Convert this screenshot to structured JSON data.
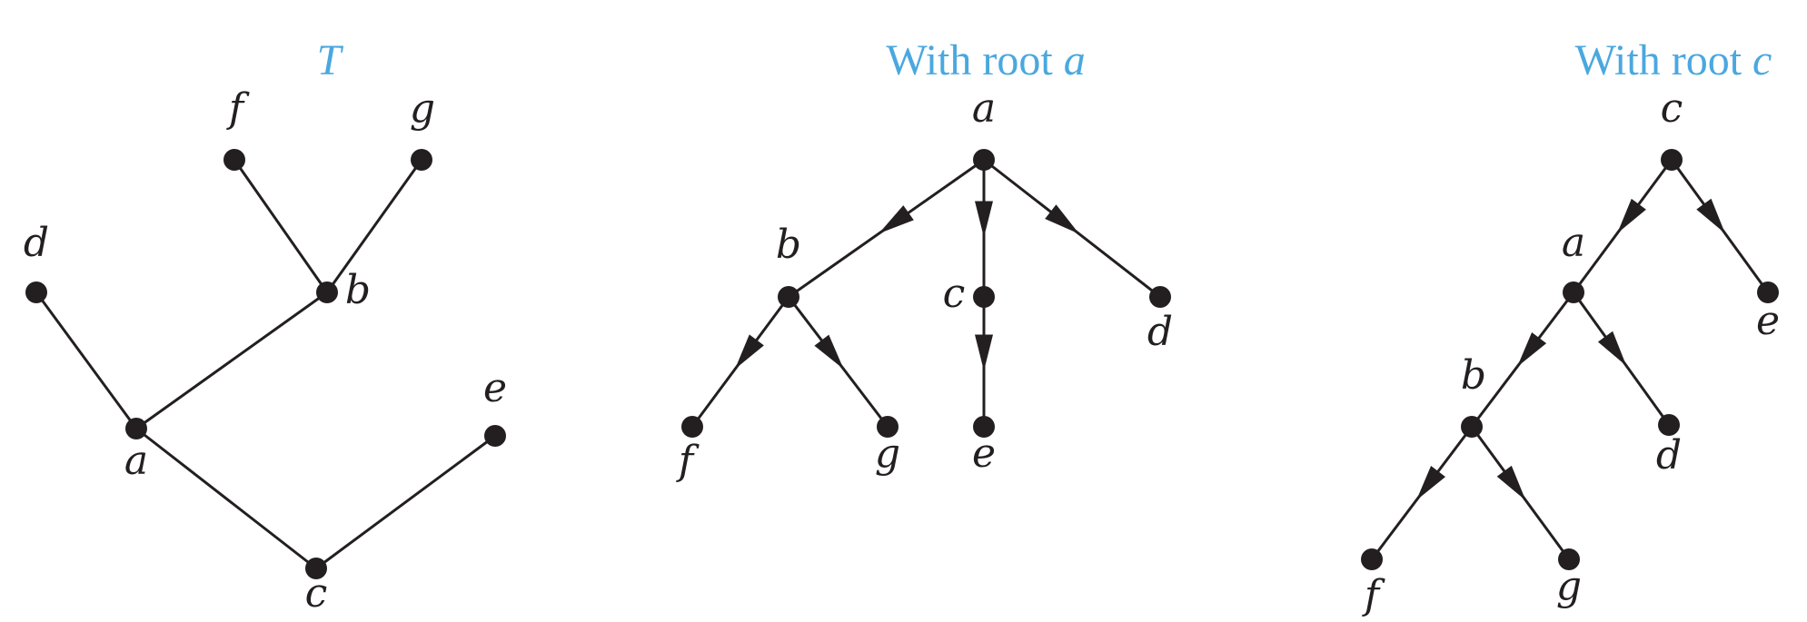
{
  "colors": {
    "title": "#4aa8df",
    "ink": "#231f20",
    "background": "#ffffff"
  },
  "panels": [
    {
      "id": "T",
      "title_prefix": "",
      "title_var": "T",
      "directed": false,
      "nodes": [
        "a",
        "b",
        "c",
        "d",
        "e",
        "f",
        "g"
      ],
      "edges": [
        [
          "f",
          "b"
        ],
        [
          "g",
          "b"
        ],
        [
          "d",
          "a"
        ],
        [
          "b",
          "a"
        ],
        [
          "a",
          "c"
        ],
        [
          "e",
          "c"
        ]
      ]
    },
    {
      "id": "root-a",
      "title_prefix": "With root ",
      "title_var": "a",
      "directed": true,
      "root": "a",
      "nodes": [
        "a",
        "b",
        "c",
        "d",
        "e",
        "f",
        "g"
      ],
      "edges": [
        [
          "a",
          "b"
        ],
        [
          "a",
          "c"
        ],
        [
          "a",
          "d"
        ],
        [
          "b",
          "f"
        ],
        [
          "b",
          "g"
        ],
        [
          "c",
          "e"
        ]
      ]
    },
    {
      "id": "root-c",
      "title_prefix": "With root ",
      "title_var": "c",
      "directed": true,
      "root": "c",
      "nodes": [
        "a",
        "b",
        "c",
        "d",
        "e",
        "f",
        "g"
      ],
      "edges": [
        [
          "c",
          "a"
        ],
        [
          "c",
          "e"
        ],
        [
          "a",
          "b"
        ],
        [
          "a",
          "d"
        ],
        [
          "b",
          "f"
        ],
        [
          "b",
          "g"
        ]
      ]
    }
  ]
}
